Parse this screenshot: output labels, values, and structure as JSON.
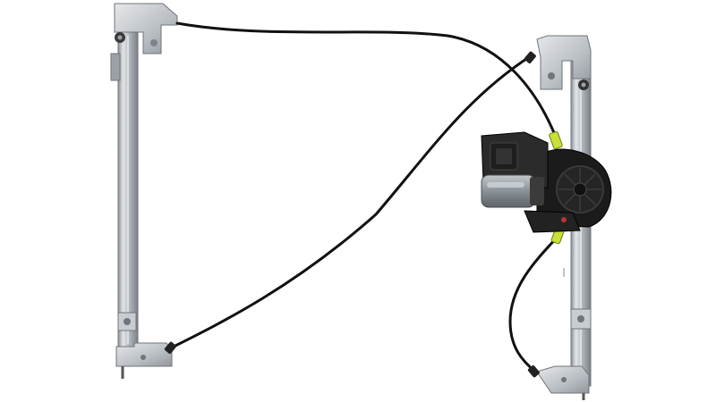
{
  "image": {
    "subject": "window-regulator-assembly",
    "components": [
      {
        "name": "left-guide-rail",
        "material": "zinc-plated-steel"
      },
      {
        "name": "right-guide-rail",
        "material": "zinc-plated-steel"
      },
      {
        "name": "drive-motor",
        "color": "#2a2a2a"
      },
      {
        "name": "gear-housing",
        "color": "#1b1b1b"
      },
      {
        "name": "bowden-cables",
        "color": "#111111"
      },
      {
        "name": "cable-ferrules",
        "color": "#c9e03a"
      }
    ],
    "colors": {
      "background": "#ffffff",
      "rail_light": "#d9dcdf",
      "rail_mid": "#aeb3b8",
      "rail_dark": "#7d8389",
      "cable": "#111111",
      "motor_body": "#2b2b2b",
      "motor_can": "#8e959c",
      "ferrule": "#c9e03a"
    }
  }
}
